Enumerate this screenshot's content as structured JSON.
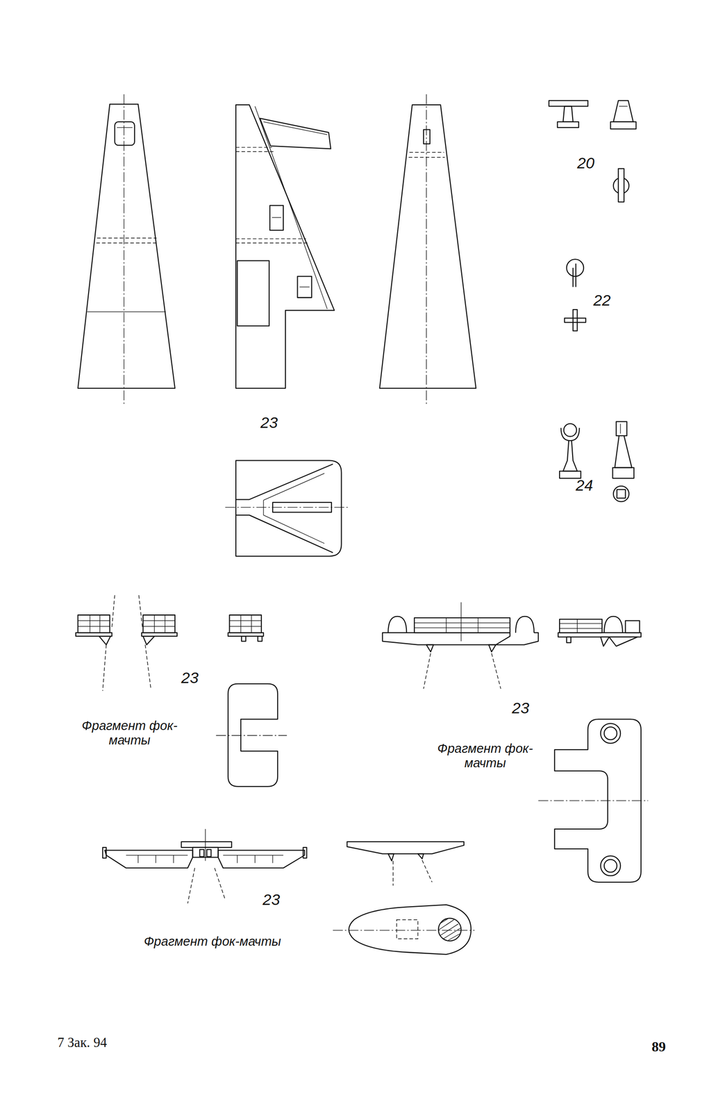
{
  "diagram": {
    "labels": [
      "20",
      "22",
      "23",
      "24",
      "23",
      "Фрагмент фок-мачты",
      "23",
      "Фрагмент фок-мачты",
      "23",
      "Фрагмент фок-мачты",
      "7 Зак. 94",
      "89"
    ]
  }
}
